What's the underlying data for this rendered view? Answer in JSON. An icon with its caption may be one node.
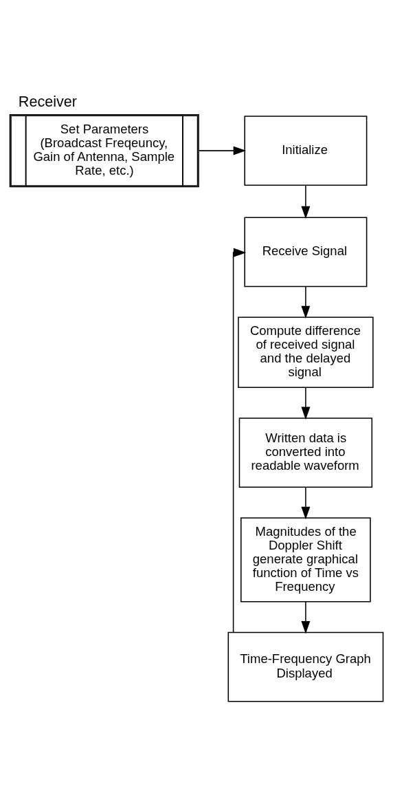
{
  "diagram": {
    "title": "Receiver",
    "nodes": [
      {
        "text": [
          "Initialize"
        ]
      },
      {
        "text": [
          "Set Parameters (Broadcast Freqeuncy, Gain of Antenna, Sample Rate, etc.)"
        ]
      },
      {
        "text": [
          "Receive Signal"
        ]
      },
      {
        "text": [
          "Compute difference of received signal and the delayed signal"
        ]
      },
      {
        "text": [
          "Written data is converted into readable waveform"
        ]
      },
      {
        "text": [
          "Magnitudes of the Doppler Shift generate graphical function of Time vs Frequency"
        ]
      },
      {
        "text": [
          "Time-Frequency Graph Displayed"
        ]
      }
    ],
    "edges": [
      {
        "from": 1,
        "to": 0,
        "arrow": "to"
      },
      {
        "from": 0,
        "to": 2,
        "arrow": "to"
      },
      {
        "from": 2,
        "to": 3,
        "arrow": "to"
      },
      {
        "from": 3,
        "to": 4,
        "arrow": "to"
      },
      {
        "from": 4,
        "to": 5,
        "arrow": "to"
      },
      {
        "from": 5,
        "to": 6,
        "arrow": "to"
      },
      {
        "from": 6,
        "to": 2,
        "arrow": "to"
      }
    ]
  }
}
